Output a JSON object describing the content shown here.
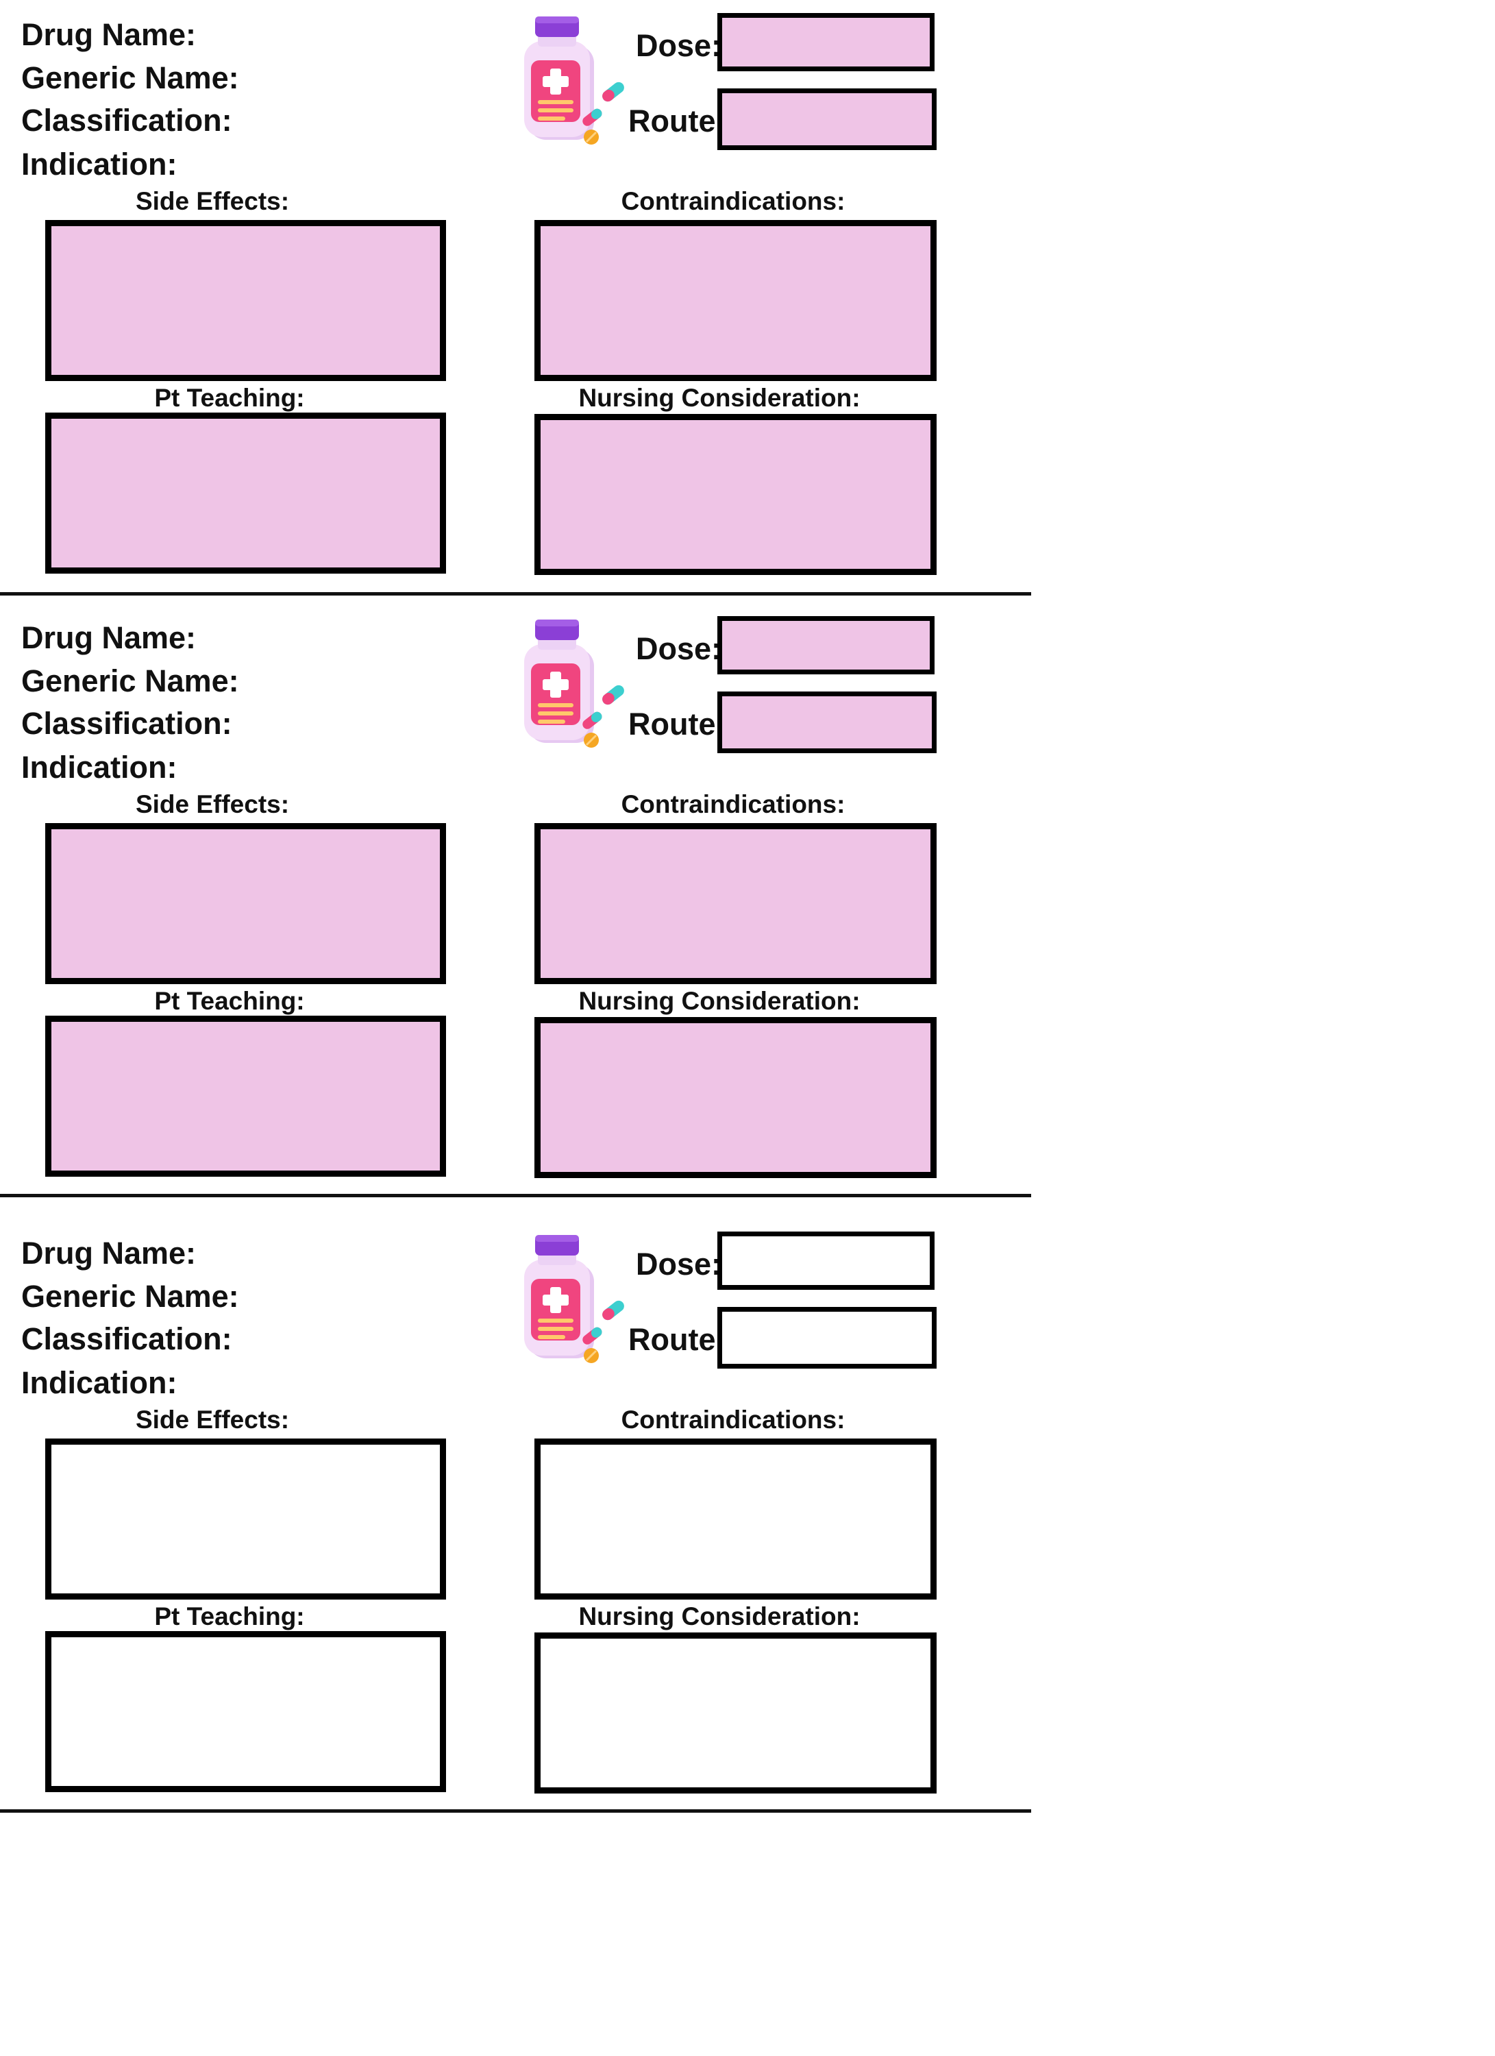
{
  "labels": {
    "drug_name": "Drug Name:",
    "generic_name": "Generic Name:",
    "classification": "Classification:",
    "indication": "Indication:",
    "dose": "Dose:",
    "route": "Route:",
    "side_effects": "Side Effects:",
    "contraindications": "Contraindications:",
    "pt_teaching": "Pt Teaching:",
    "nursing_consideration": "Nursing Consideration:"
  },
  "icons": {
    "bottle": "medicine-bottle-with-pills-icon"
  },
  "colors": {
    "box_fill_pink": "#efc4e6",
    "box_fill_white": "#ffffff",
    "border": "#000000",
    "bottle_cap": "#8a3fd1",
    "bottle_body": "#f2d9f7",
    "label_pink": "#f0457f",
    "pill_teal": "#3ccfcf",
    "pill_orange": "#f5a623"
  },
  "cards": [
    {
      "fill": "#efc4e6"
    },
    {
      "fill": "#efc4e6"
    },
    {
      "fill": "#ffffff"
    }
  ]
}
